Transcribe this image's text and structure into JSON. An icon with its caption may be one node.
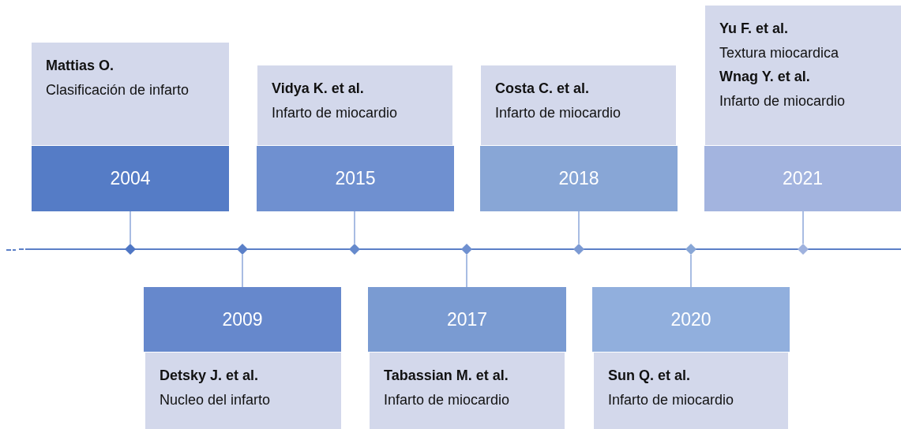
{
  "diagram": {
    "nodes": [
      {
        "text": [
          "Mattias O.",
          "Clasificación de infarto"
        ]
      },
      {
        "text": [
          "2004"
        ]
      },
      {
        "text": [
          "Vidya K. et al.",
          "Infarto de miocardio"
        ]
      },
      {
        "text": [
          "2015"
        ]
      },
      {
        "text": [
          "Costa C. et al.",
          "Infarto de miocardio"
        ]
      },
      {
        "text": [
          "2018"
        ]
      },
      {
        "text": [
          "Yu F. et al.",
          "Textura miocardica",
          "Wnag Y. et al.",
          "Infarto de miocardio"
        ]
      },
      {
        "text": [
          "2021"
        ]
      },
      {
        "text": [
          "2009"
        ]
      },
      {
        "text": [
          "Detsky J. et al.",
          "Nucleo del infarto"
        ]
      },
      {
        "text": [
          "2017"
        ]
      },
      {
        "text": [
          "Tabassian M. et al.",
          "Infarto de miocardio"
        ]
      },
      {
        "text": [
          "2020"
        ]
      },
      {
        "text": [
          "Sun Q. et al.",
          "Infarto de miocardio"
        ]
      },
      {
        "text": [],
        "shape": "diamond"
      },
      {
        "text": [],
        "shape": "diamond"
      },
      {
        "text": [],
        "shape": "diamond"
      },
      {
        "text": [],
        "shape": "diamond"
      },
      {
        "text": [],
        "shape": "diamond"
      },
      {
        "text": [],
        "shape": "diamond"
      },
      {
        "text": [],
        "shape": "diamond"
      }
    ],
    "edges": [
      {
        "from": 1,
        "to": 14,
        "arrow": "none"
      },
      {
        "from": 8,
        "to": 15,
        "arrow": "none"
      },
      {
        "from": 3,
        "to": 16,
        "arrow": "none"
      },
      {
        "from": 10,
        "to": 17,
        "arrow": "none"
      },
      {
        "from": 5,
        "to": 18,
        "arrow": "none"
      },
      {
        "from": 12,
        "to": 19,
        "arrow": "none"
      },
      {
        "from": 7,
        "to": 20,
        "arrow": "none"
      }
    ]
  }
}
